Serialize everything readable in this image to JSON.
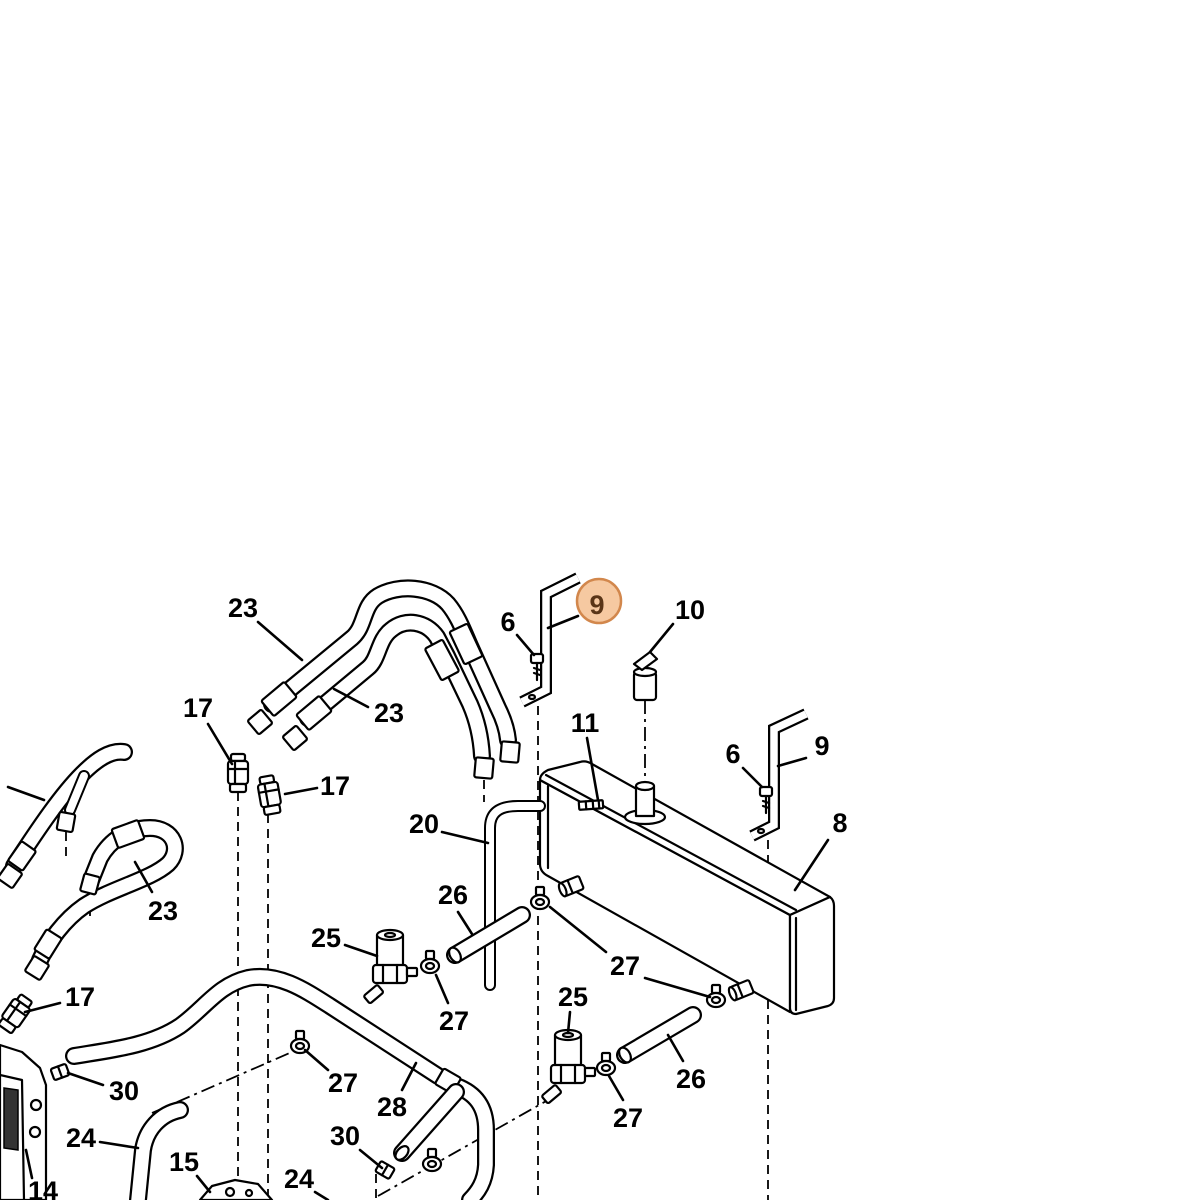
{
  "diagram": {
    "colors": {
      "line": "#000000",
      "background": "#ffffff",
      "highlight_fill": "#f6c9a1",
      "highlight_stroke": "#d2874c",
      "highlight_text": "#5a3517"
    },
    "highlighted": {
      "label": "9"
    },
    "callouts": [
      {
        "label": "23"
      },
      {
        "label": "6"
      },
      {
        "label": "10"
      },
      {
        "label": "17"
      },
      {
        "label": "23"
      },
      {
        "label": "11"
      },
      {
        "label": "6"
      },
      {
        "label": "9"
      },
      {
        "label": "17"
      },
      {
        "label": "20"
      },
      {
        "label": "8"
      },
      {
        "label": "23"
      },
      {
        "label": "26"
      },
      {
        "label": "25"
      },
      {
        "label": "27"
      },
      {
        "label": "17"
      },
      {
        "label": "25"
      },
      {
        "label": "27"
      },
      {
        "label": "27"
      },
      {
        "label": "26"
      },
      {
        "label": "30"
      },
      {
        "label": "28"
      },
      {
        "label": "27"
      },
      {
        "label": "24"
      },
      {
        "label": "30"
      },
      {
        "label": "15"
      },
      {
        "label": "24"
      },
      {
        "label": "14"
      }
    ]
  }
}
